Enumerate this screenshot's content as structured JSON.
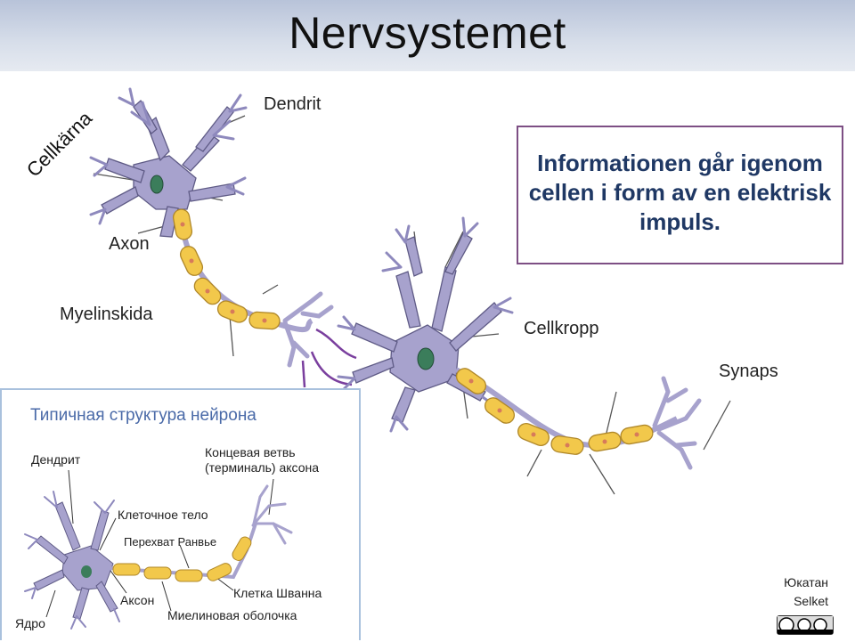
{
  "title": "Nervsystemet",
  "labels": {
    "dendrit": "Dendrit",
    "cellkarna": "Cellkärna",
    "axon": "Axon",
    "myelinskida": "Myelinskida",
    "cellkropp": "Cellkropp",
    "synaps": "Synaps"
  },
  "info_text": "Informationen går igenom cellen i form av en elektrisk impuls.",
  "inset": {
    "title": "Типичная структура нейрона",
    "labels": {
      "dendrite": "Дендрит",
      "terminal": "Концевая ветвь (терминаль) аксона",
      "cell_body": "Клеточное тело",
      "ranvier": "Перехват Ранвье",
      "axon": "Аксон",
      "schwann": "Клетка Шванна",
      "nucleus": "Ядро",
      "myelin": "Миелиновая оболочка"
    }
  },
  "credit": {
    "line1": "Юкатан",
    "line2": "Selket"
  },
  "colors": {
    "neuron": "#a7a2cd",
    "nucleus": "#3b7d5b",
    "myelin": "#f2c84b",
    "synapse": "#7a3f9e",
    "title_blue": "#1f3864",
    "inset_blue": "#4a6aa8"
  }
}
